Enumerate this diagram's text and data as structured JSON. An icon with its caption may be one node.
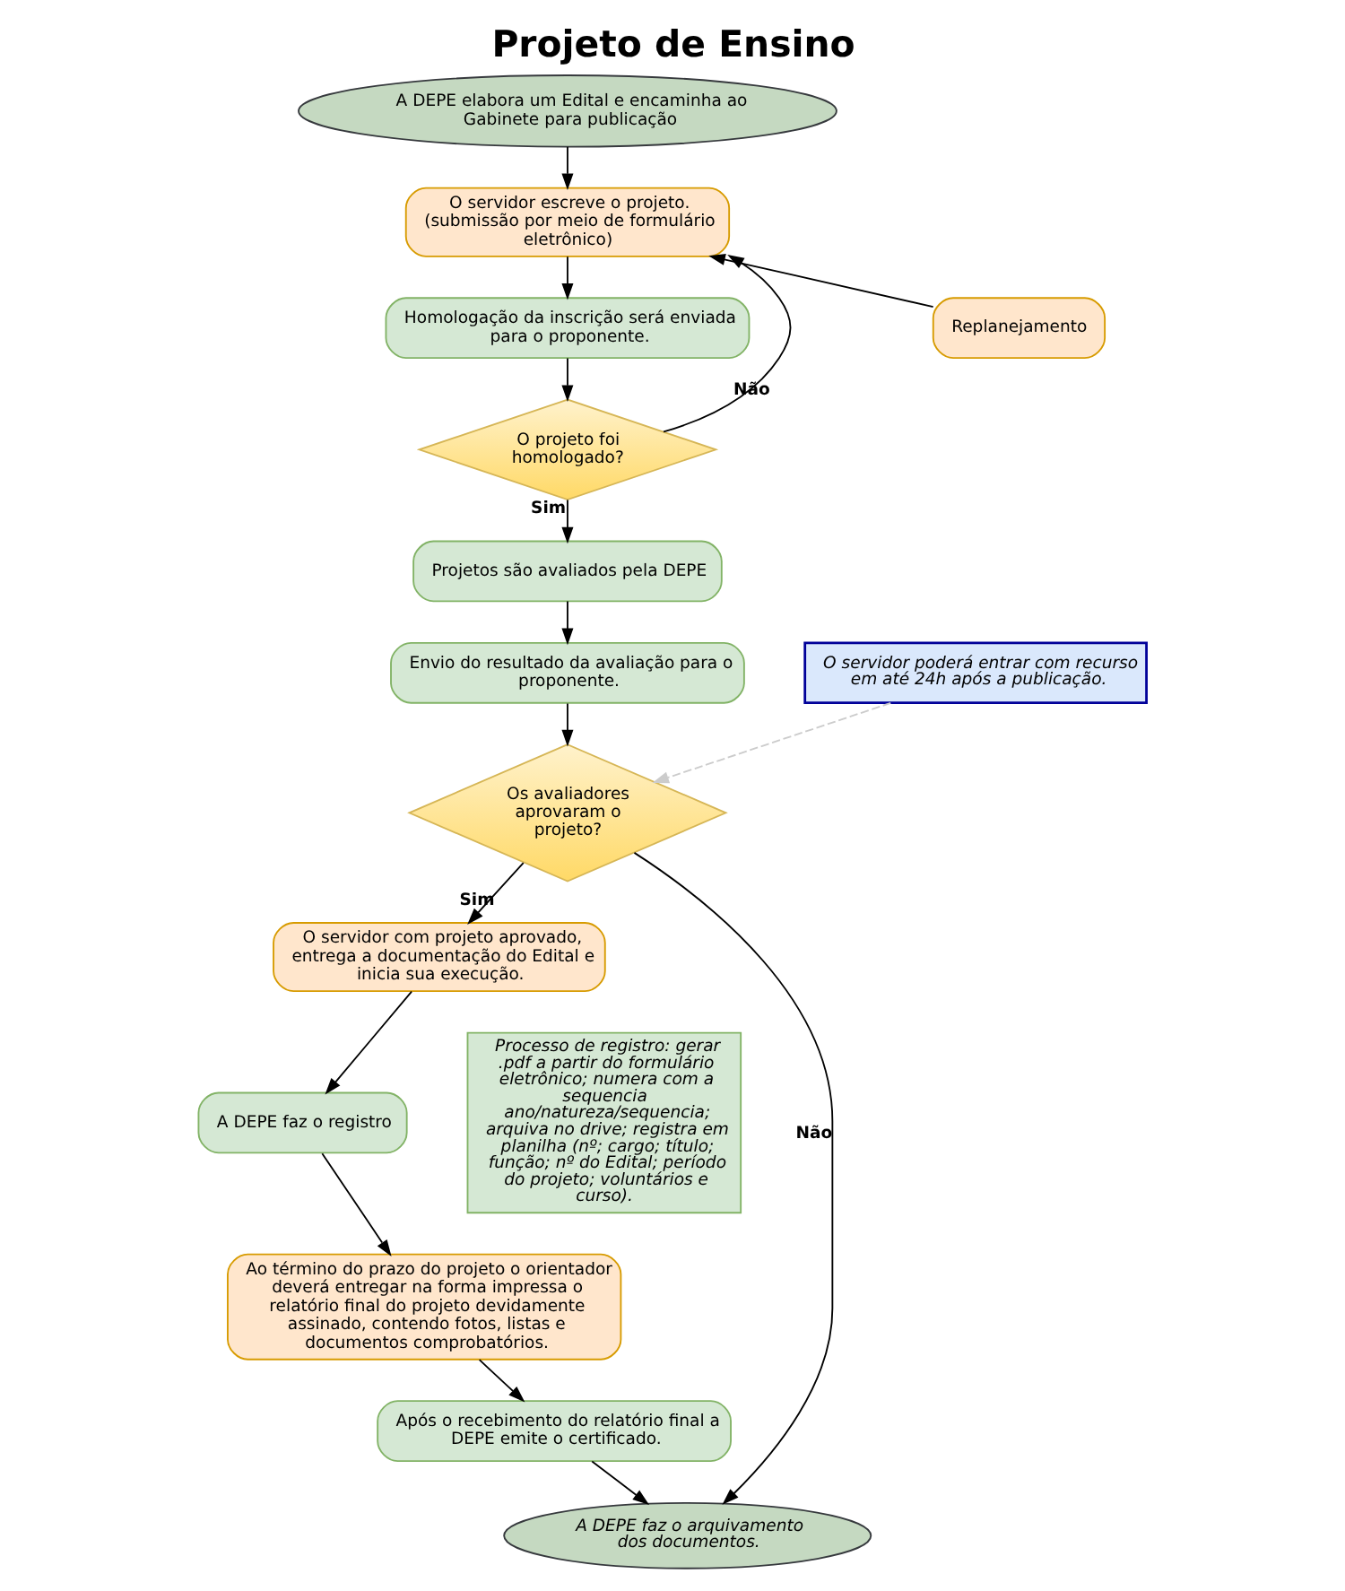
{
  "diagram": {
    "title": "Projeto de Ensino",
    "nodes": [
      {
        "text": [
          "A DEPE elabora um Edital e encaminha ao Gabinete para publicação"
        ]
      },
      {
        "text": [
          "O servidor escreve o projeto. (submissão por meio de formulário eletrônico)"
        ]
      },
      {
        "text": [
          "Homologação da inscrição será enviada para o proponente."
        ]
      },
      {
        "text": [
          "O projeto foi homologado?"
        ]
      },
      {
        "text": [
          "Replanejamento"
        ]
      },
      {
        "text": [
          "Projetos são avaliados pela DEPE"
        ]
      },
      {
        "text": [
          "Envio do resultado da avaliação para o proponente."
        ]
      },
      {
        "text": [
          "O servidor poderá entrar com recurso  em até 24h após a publicação."
        ]
      },
      {
        "text": [
          "Os avaliadores aprovaram o projeto?"
        ]
      },
      {
        "text": [
          "O servidor com projeto aprovado, entrega a documentação do Edital e inicia sua execução."
        ]
      },
      {
        "text": [
          "Processo de registro: gerar .pdf a partir do formulário eletrônico; numera com a sequencia ano/natureza/sequencia; arquiva no drive; registra em planilha (nº; cargo; título; função; nº do Edital; período do projeto; voluntários e curso)."
        ]
      },
      {
        "text": [
          "A DEPE faz o registro"
        ]
      },
      {
        "text": [
          "Ao término do prazo do projeto o orientador deverá entregar na forma impressa o relatório final do projeto devidamente assinado, contendo fotos, listas e documentos comprobatórios."
        ]
      },
      {
        "text": [
          "Após o recebimento do relatório final a DEPE emite o certificado."
        ]
      },
      {
        "text": [
          "A DEPE faz o arquivamento dos documentos."
        ]
      }
    ],
    "edges": [
      {
        "from": 0,
        "to": 1,
        "arrow": "to"
      },
      {
        "from": 1,
        "to": 2,
        "arrow": "to"
      },
      {
        "from": 2,
        "to": 3,
        "arrow": "to"
      },
      {
        "from": 3,
        "to": 1,
        "arrow": "to",
        "label": "Não"
      },
      {
        "from": 4,
        "to": 1,
        "arrow": "to"
      },
      {
        "from": 3,
        "to": 5,
        "arrow": "to",
        "label": "Sim"
      },
      {
        "from": 5,
        "to": 6,
        "arrow": "to"
      },
      {
        "from": 6,
        "to": 8,
        "arrow": "to"
      },
      {
        "from": 7,
        "to": 8,
        "arrow": "to",
        "style": "dashed",
        "color": "#cccccc"
      },
      {
        "from": 8,
        "to": 9,
        "arrow": "to",
        "label": "Sim"
      },
      {
        "from": 8,
        "to": 14,
        "arrow": "to",
        "label": "Não"
      },
      {
        "from": 9,
        "to": 11,
        "arrow": "to"
      },
      {
        "from": 11,
        "to": 12,
        "arrow": "to"
      },
      {
        "from": 12,
        "to": 13,
        "arrow": "to"
      },
      {
        "from": 13,
        "to": 14,
        "arrow": "to"
      }
    ]
  }
}
